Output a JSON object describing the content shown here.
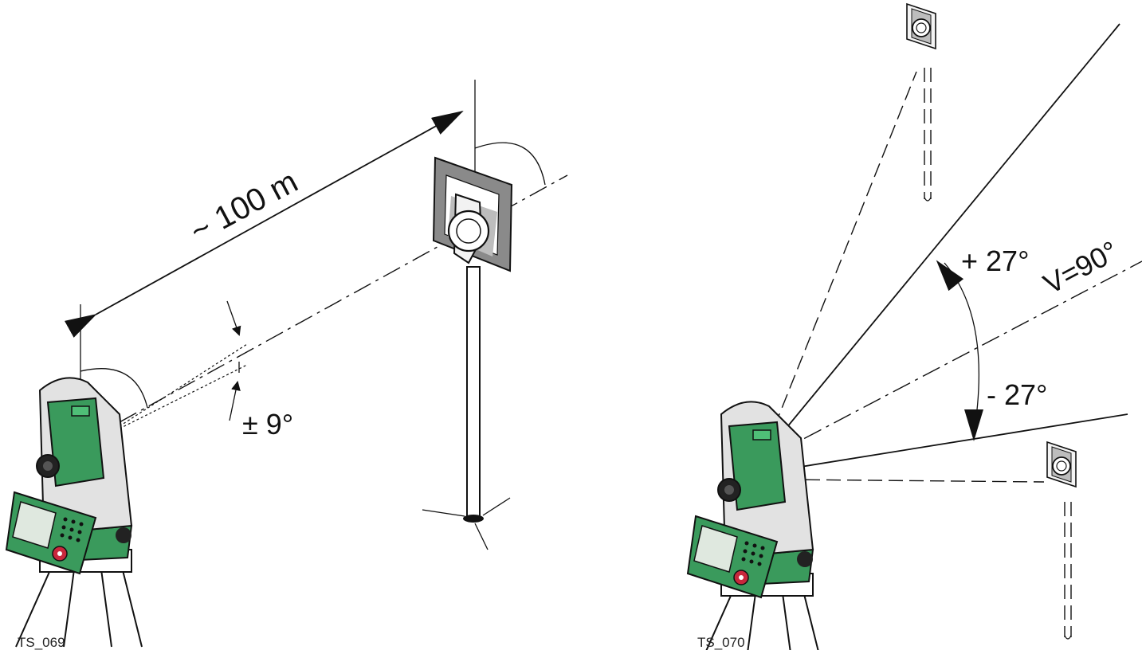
{
  "left_figure": {
    "distance_label": "~ 100 m",
    "tilt_label": "± 9°",
    "figure_id": "TS_069"
  },
  "right_figure": {
    "plus_angle_label": "+ 27°",
    "minus_angle_label": "- 27°",
    "vertical_label": "V=90°",
    "figure_id": "TS_070"
  },
  "colors": {
    "instrument_green": "#3a9a5c",
    "instrument_grey": "#d8d8d8",
    "keypad_red": "#c8283c",
    "reflector_grey": "#8a8a8a"
  }
}
